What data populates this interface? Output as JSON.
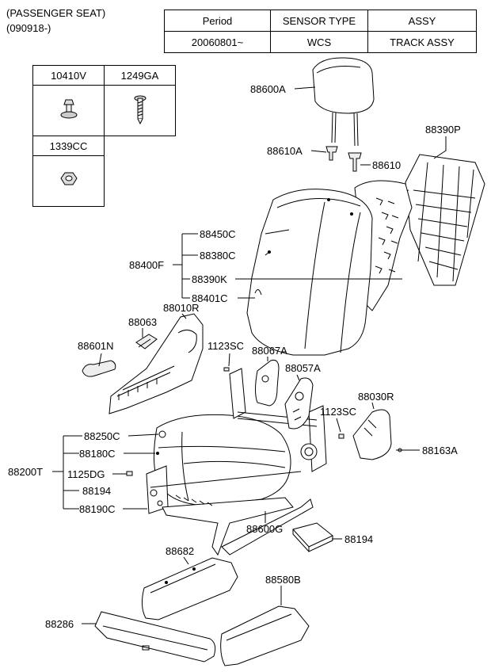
{
  "header": {
    "title": "(PASSENGER SEAT)",
    "code": "(090918-)"
  },
  "period_table": {
    "headers": [
      "Period",
      "SENSOR TYPE",
      "ASSY"
    ],
    "row": [
      "20060801~",
      "WCS",
      "TRACK ASSY"
    ]
  },
  "hardware_table": {
    "cells": [
      "10410V",
      "1249GA",
      "1339CC"
    ]
  },
  "part_labels": {
    "p88600A": "88600A",
    "p88610A": "88610A",
    "p88610": "88610",
    "p88390P": "88390P",
    "p88450C": "88450C",
    "p88380C": "88380C",
    "p88400F": "88400F",
    "p88390K": "88390K",
    "p88401C": "88401C",
    "p88010R": "88010R",
    "p88063": "88063",
    "p88601N": "88601N",
    "p1123SC_a": "1123SC",
    "p88067A": "88067A",
    "p88057A": "88057A",
    "p88030R": "88030R",
    "p1123SC_b": "1123SC",
    "p88250C": "88250C",
    "p88180C": "88180C",
    "p88200T": "88200T",
    "p1125DG": "1125DG",
    "p88194_a": "88194",
    "p88190C": "88190C",
    "p88163A": "88163A",
    "p88600G": "88600G",
    "p88194_b": "88194",
    "p88682": "88682",
    "p88580B": "88580B",
    "p88286": "88286"
  }
}
